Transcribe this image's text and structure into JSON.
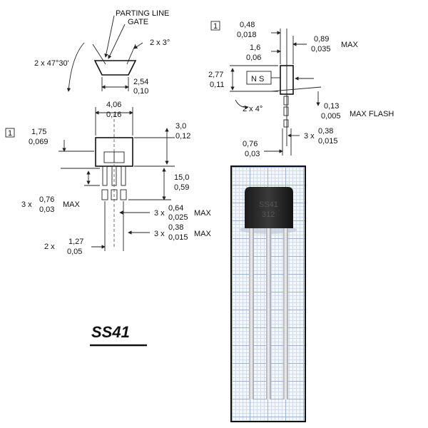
{
  "top_left": {
    "parting_line": "PARTING LINE",
    "gate": "GATE",
    "angle_small": "2 x 3°",
    "angle_large": "2 x 47°30'",
    "width_mm": "2,54",
    "width_in": "0,10"
  },
  "front_view": {
    "marker": "1",
    "body_width_mm": "4,06",
    "body_width_in": "0,16",
    "body_height_mm": "3,0",
    "body_height_in": "0,12",
    "base_mm": "1,75",
    "base_in": "0,069",
    "lead_length_mm": "15,0",
    "lead_length_in": "0,59",
    "stub_prefix": "3 x",
    "stub_mm": "0,76",
    "stub_in": "0,03",
    "stub_suffix": "MAX",
    "lead_width_prefix": "3 x",
    "lead_width_mm": "0,64",
    "lead_width_in": "0,025",
    "lead_width_suffix": "MAX",
    "lead_thick_prefix": "3 x",
    "lead_thick_mm": "0,38",
    "lead_thick_in": "0,015",
    "lead_thick_suffix": "MAX",
    "pitch_prefix": "2 x",
    "pitch_mm": "1,27",
    "pitch_in": "0,05"
  },
  "side_view": {
    "marker": "1",
    "top_thick_mm": "0,48",
    "top_thick_in": "0,018",
    "body_depth_mm": "1,6",
    "body_depth_in": "0,06",
    "max_depth_mm": "0,89",
    "max_depth_in": "0,035",
    "max_depth_suffix": "MAX",
    "sensor_mm": "2,77",
    "sensor_in": "0,11",
    "ns_label": "N S",
    "angle": "2 x 4°",
    "flash_mm": "0,13",
    "flash_in": "0,005",
    "flash_suffix": "MAX FLASH",
    "lead_prefix": "3 x",
    "lead_mm": "0,38",
    "lead_in": "0,015",
    "bottom_mm": "0,76",
    "bottom_in": "0,03"
  },
  "photo": {
    "marking_line1": "SS41",
    "marking_line2": "312"
  },
  "part_name": "SS41"
}
